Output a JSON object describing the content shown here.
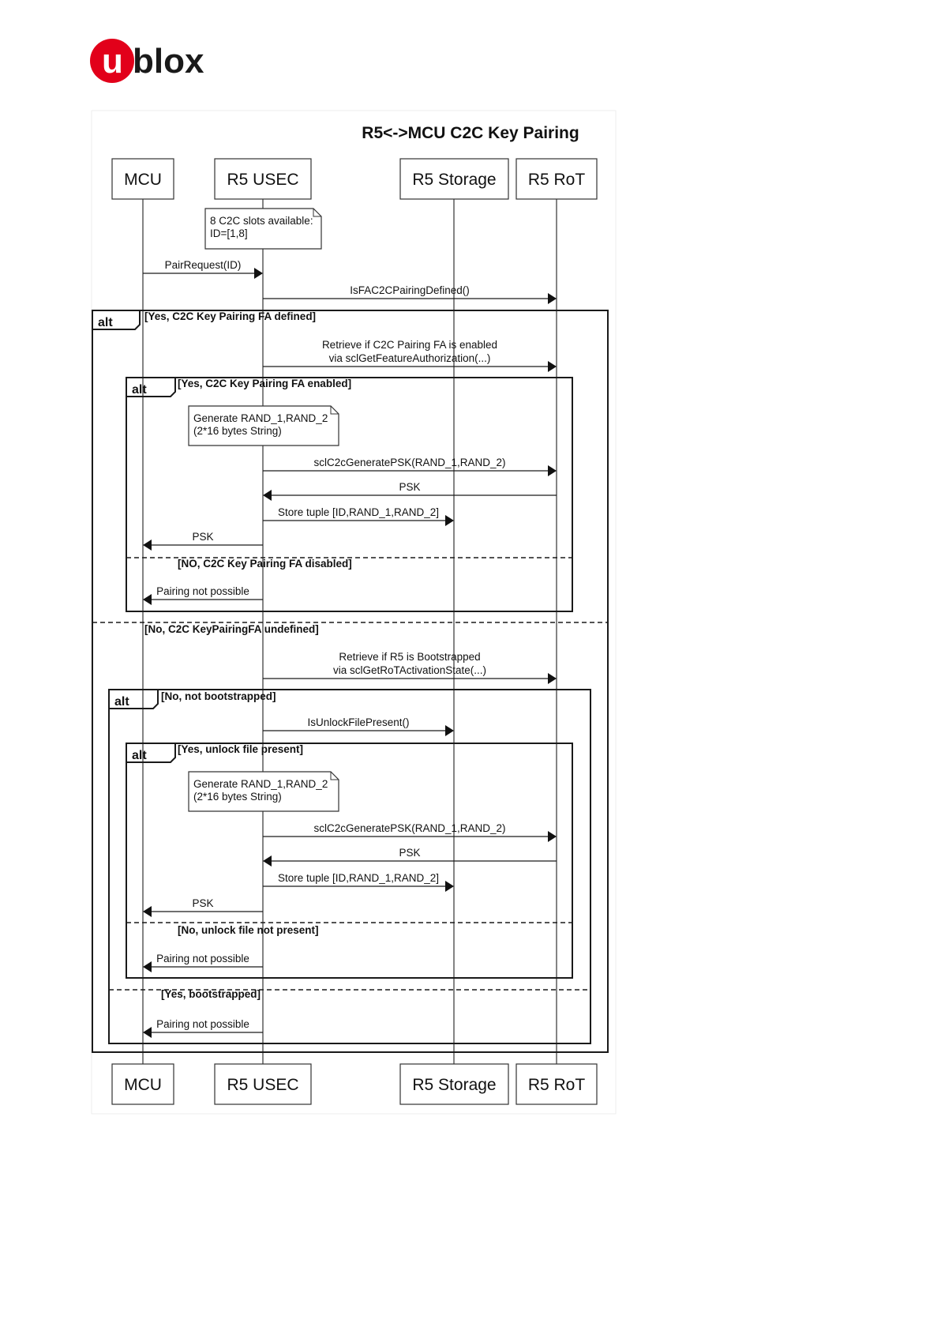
{
  "logo": {
    "text": "ublox",
    "brand_color": "#e2001a"
  },
  "diagram": {
    "title": "R5<->MCU C2C Key Pairing",
    "participants": [
      "MCU",
      "R5 USEC",
      "R5 Storage",
      "R5 RoT"
    ],
    "fragment_keyword": "alt",
    "notes": [
      {
        "lines": [
          "8 C2C slots available:",
          "ID=[1,8]"
        ]
      },
      {
        "lines": [
          "Generate RAND_1,RAND_2",
          "(2*16 bytes String)"
        ]
      },
      {
        "lines": [
          "Generate RAND_1,RAND_2",
          "(2*16 bytes String)"
        ]
      }
    ],
    "messages": [
      {
        "from": "MCU",
        "to": "R5 USEC",
        "lines": [
          "PairRequest(ID)"
        ]
      },
      {
        "from": "R5 USEC",
        "to": "R5 RoT",
        "lines": [
          "IsFAC2CPairingDefined()"
        ]
      },
      {
        "from": "R5 USEC",
        "to": "R5 RoT",
        "lines": [
          "Retrieve if C2C Pairing FA is enabled",
          "via sclGetFeatureAuthorization(...)"
        ]
      },
      {
        "from": "R5 USEC",
        "to": "R5 RoT",
        "lines": [
          "sclC2cGeneratePSK(RAND_1,RAND_2)"
        ]
      },
      {
        "from": "R5 RoT",
        "to": "R5 USEC",
        "lines": [
          "PSK"
        ]
      },
      {
        "from": "R5 USEC",
        "to": "R5 Storage",
        "lines": [
          "Store tuple [ID,RAND_1,RAND_2]"
        ]
      },
      {
        "from": "R5 USEC",
        "to": "MCU",
        "lines": [
          "PSK"
        ]
      },
      {
        "from": "R5 USEC",
        "to": "MCU",
        "lines": [
          "Pairing not possible"
        ]
      },
      {
        "from": "R5 USEC",
        "to": "R5 RoT",
        "lines": [
          "Retrieve if R5 is Bootstrapped",
          "via sclGetRoTActivationState(...)"
        ]
      },
      {
        "from": "R5 USEC",
        "to": "R5 Storage",
        "lines": [
          "IsUnlockFilePresent()"
        ]
      },
      {
        "from": "R5 USEC",
        "to": "R5 RoT",
        "lines": [
          "sclC2cGeneratePSK(RAND_1,RAND_2)"
        ]
      },
      {
        "from": "R5 RoT",
        "to": "R5 USEC",
        "lines": [
          "PSK"
        ]
      },
      {
        "from": "R5 USEC",
        "to": "R5 Storage",
        "lines": [
          "Store tuple [ID,RAND_1,RAND_2]"
        ]
      },
      {
        "from": "R5 USEC",
        "to": "MCU",
        "lines": [
          "PSK"
        ]
      },
      {
        "from": "R5 USEC",
        "to": "MCU",
        "lines": [
          "Pairing not possible"
        ]
      },
      {
        "from": "R5 USEC",
        "to": "MCU",
        "lines": [
          "Pairing not possible"
        ]
      }
    ],
    "guards": [
      "[Yes, C2C Key Pairing FA defined]",
      "[Yes, C2C Key Pairing FA enabled]",
      "[NO, C2C Key Pairing FA disabled]",
      "[No, C2C KeyPairingFA undefined]",
      "[No, not bootstrapped]",
      "[Yes, unlock file present]",
      "[No, unlock file not present]",
      "[Yes, bootstrapped]"
    ]
  }
}
